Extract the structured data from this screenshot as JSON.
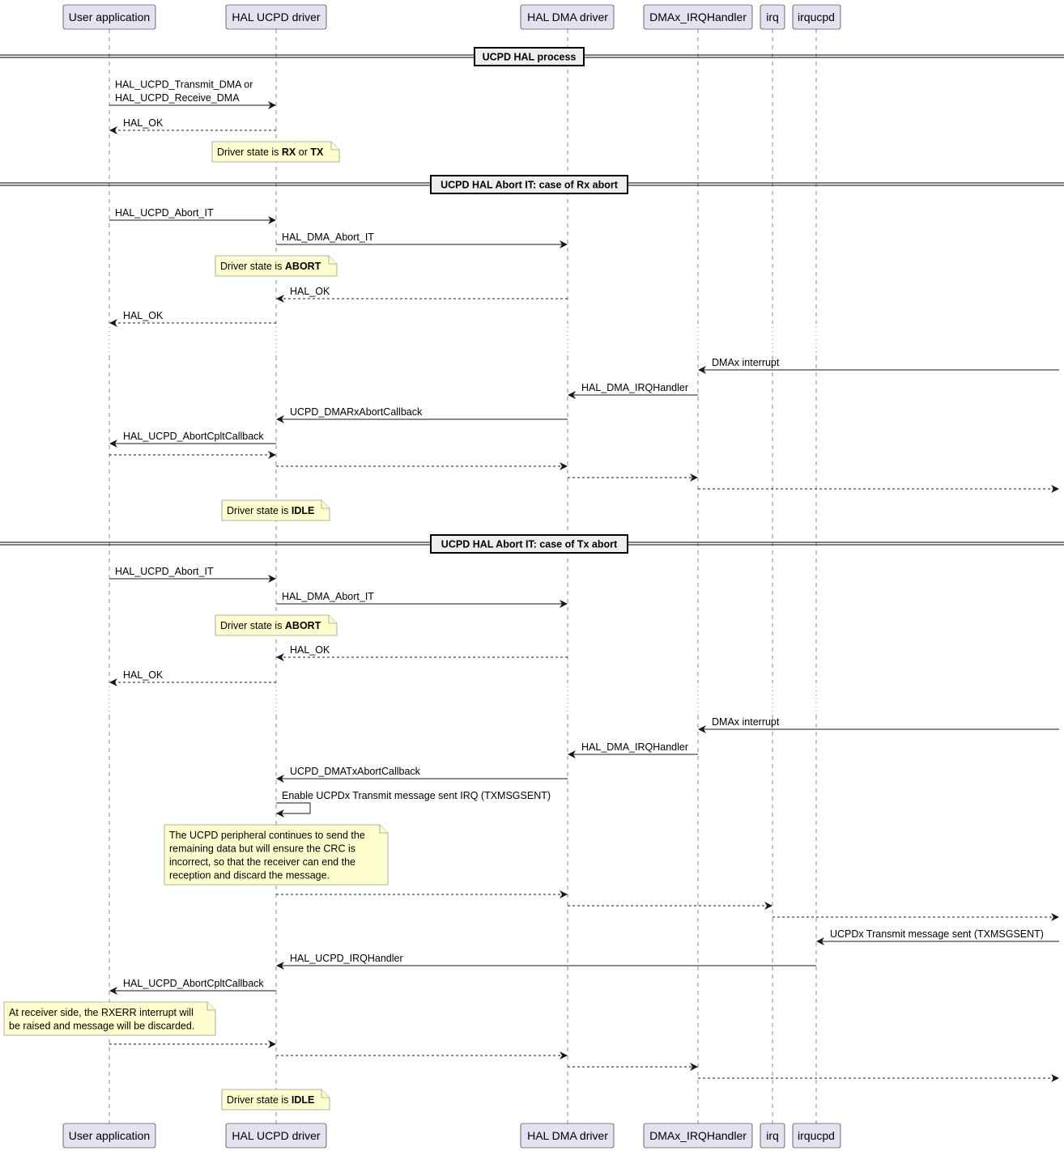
{
  "participants": [
    {
      "id": "user",
      "label": "User application"
    },
    {
      "id": "ucpd",
      "label": "HAL UCPD driver"
    },
    {
      "id": "dma",
      "label": "HAL DMA driver"
    },
    {
      "id": "dmairq",
      "label": "DMAx_IRQHandler"
    },
    {
      "id": "irq",
      "label": "irq"
    },
    {
      "id": "irqucpd",
      "label": "irqucpd"
    }
  ],
  "dividers": [
    {
      "id": "process",
      "label": "UCPD HAL process"
    },
    {
      "id": "rx_abort",
      "label": "UCPD HAL Abort IT: case of Rx abort"
    },
    {
      "id": "tx_abort",
      "label": "UCPD HAL Abort IT: case of Tx abort"
    }
  ],
  "messages": [
    {
      "id": "m1",
      "from": "user",
      "to": "ucpd",
      "dashed": false,
      "lines": [
        "HAL_UCPD_Transmit_DMA or",
        "HAL_UCPD_Receive_DMA"
      ]
    },
    {
      "id": "m2",
      "from": "ucpd",
      "to": "user",
      "dashed": true,
      "lines": [
        "HAL_OK"
      ]
    },
    {
      "id": "m3",
      "from": "user",
      "to": "ucpd",
      "dashed": false,
      "lines": [
        "HAL_UCPD_Abort_IT"
      ]
    },
    {
      "id": "m4",
      "from": "ucpd",
      "to": "dma",
      "dashed": false,
      "lines": [
        "HAL_DMA_Abort_IT"
      ]
    },
    {
      "id": "m5",
      "from": "dma",
      "to": "ucpd",
      "dashed": true,
      "lines": [
        "HAL_OK"
      ]
    },
    {
      "id": "m6",
      "from": "ucpd",
      "to": "user",
      "dashed": true,
      "lines": [
        "HAL_OK"
      ]
    },
    {
      "id": "m7",
      "from": "right",
      "to": "dmairq",
      "dashed": false,
      "lines": [
        "DMAx interrupt"
      ]
    },
    {
      "id": "m8",
      "from": "dmairq",
      "to": "dma",
      "dashed": false,
      "lines": [
        "HAL_DMA_IRQHandler"
      ]
    },
    {
      "id": "m9",
      "from": "dma",
      "to": "ucpd",
      "dashed": false,
      "lines": [
        "UCPD_DMARxAbortCallback"
      ]
    },
    {
      "id": "m10",
      "from": "ucpd",
      "to": "user",
      "dashed": false,
      "lines": [
        "HAL_UCPD_AbortCpltCallback"
      ]
    },
    {
      "id": "m11",
      "from": "user",
      "to": "ucpd",
      "dashed": true,
      "lines": []
    },
    {
      "id": "m12",
      "from": "ucpd",
      "to": "dma",
      "dashed": true,
      "lines": []
    },
    {
      "id": "m13",
      "from": "dma",
      "to": "dmairq",
      "dashed": true,
      "lines": []
    },
    {
      "id": "m14",
      "from": "dmairq",
      "to": "right",
      "dashed": true,
      "lines": []
    },
    {
      "id": "m15",
      "from": "user",
      "to": "ucpd",
      "dashed": false,
      "lines": [
        "HAL_UCPD_Abort_IT"
      ]
    },
    {
      "id": "m16",
      "from": "ucpd",
      "to": "dma",
      "dashed": false,
      "lines": [
        "HAL_DMA_Abort_IT"
      ]
    },
    {
      "id": "m17",
      "from": "dma",
      "to": "ucpd",
      "dashed": true,
      "lines": [
        "HAL_OK"
      ]
    },
    {
      "id": "m18",
      "from": "ucpd",
      "to": "user",
      "dashed": true,
      "lines": [
        "HAL_OK"
      ]
    },
    {
      "id": "m19",
      "from": "right",
      "to": "dmairq",
      "dashed": false,
      "lines": [
        "DMAx interrupt"
      ]
    },
    {
      "id": "m20",
      "from": "dmairq",
      "to": "dma",
      "dashed": false,
      "lines": [
        "HAL_DMA_IRQHandler"
      ]
    },
    {
      "id": "m21",
      "from": "dma",
      "to": "ucpd",
      "dashed": false,
      "lines": [
        "UCPD_DMATxAbortCallback"
      ]
    },
    {
      "id": "m22",
      "from": "ucpd",
      "to": "ucpd",
      "dashed": false,
      "lines": [
        "Enable UCPDx Transmit message sent IRQ (TXMSGSENT)"
      ]
    },
    {
      "id": "m23",
      "from": "ucpd",
      "to": "dma",
      "dashed": true,
      "lines": []
    },
    {
      "id": "m24",
      "from": "dma",
      "to": "irq",
      "dashed": true,
      "lines": []
    },
    {
      "id": "m25",
      "from": "irq",
      "to": "right",
      "dashed": true,
      "lines": []
    },
    {
      "id": "m26",
      "from": "right",
      "to": "irqucpd",
      "dashed": false,
      "lines": [
        "UCPDx Transmit message sent (TXMSGSENT)"
      ]
    },
    {
      "id": "m27",
      "from": "irqucpd",
      "to": "ucpd",
      "dashed": false,
      "lines": [
        "HAL_UCPD_IRQHandler"
      ]
    },
    {
      "id": "m28",
      "from": "ucpd",
      "to": "user",
      "dashed": false,
      "lines": [
        "HAL_UCPD_AbortCpltCallback"
      ]
    },
    {
      "id": "m29",
      "from": "user",
      "to": "ucpd",
      "dashed": true,
      "lines": []
    },
    {
      "id": "m30",
      "from": "ucpd",
      "to": "dma",
      "dashed": true,
      "lines": []
    },
    {
      "id": "m31",
      "from": "dma",
      "to": "dmairq",
      "dashed": true,
      "lines": []
    },
    {
      "id": "m32",
      "from": "dmairq",
      "to": "right",
      "dashed": true,
      "lines": []
    }
  ],
  "notes": [
    {
      "id": "n1",
      "lines": [
        [
          {
            "t": "Driver state is ",
            "b": false
          },
          {
            "t": "RX",
            "b": true
          },
          {
            "t": " or ",
            "b": false
          },
          {
            "t": "TX",
            "b": true
          }
        ]
      ]
    },
    {
      "id": "n2",
      "lines": [
        [
          {
            "t": "Driver state is ",
            "b": false
          },
          {
            "t": "ABORT",
            "b": true
          }
        ]
      ]
    },
    {
      "id": "n3",
      "lines": [
        [
          {
            "t": "Driver state is ",
            "b": false
          },
          {
            "t": "IDLE",
            "b": true
          }
        ]
      ]
    },
    {
      "id": "n4",
      "lines": [
        [
          {
            "t": "Driver state is ",
            "b": false
          },
          {
            "t": "ABORT",
            "b": true
          }
        ]
      ]
    },
    {
      "id": "n5",
      "lines": [
        [
          {
            "t": "The UCPD peripheral continues to send the",
            "b": false
          }
        ],
        [
          {
            "t": "remaining data but will ensure the CRC is",
            "b": false
          }
        ],
        [
          {
            "t": "incorrect, so that the receiver can end the",
            "b": false
          }
        ],
        [
          {
            "t": "reception and discard the message.",
            "b": false
          }
        ]
      ]
    },
    {
      "id": "n6",
      "lines": [
        [
          {
            "t": "At receiver side, the RXERR interrupt will",
            "b": false
          }
        ],
        [
          {
            "t": "be raised and message will be discarded.",
            "b": false
          }
        ]
      ]
    },
    {
      "id": "n7",
      "lines": [
        [
          {
            "t": "Driver state is ",
            "b": false
          },
          {
            "t": "IDLE",
            "b": true
          }
        ]
      ]
    }
  ],
  "colors": {
    "participant_fill": "#e2e2f0",
    "participant_border": "#181818",
    "note_fill": "#fefece",
    "note_border": "#999999",
    "divider_fill": "#eeeeee",
    "lifeline": "#888888",
    "arrow": "#181818"
  }
}
